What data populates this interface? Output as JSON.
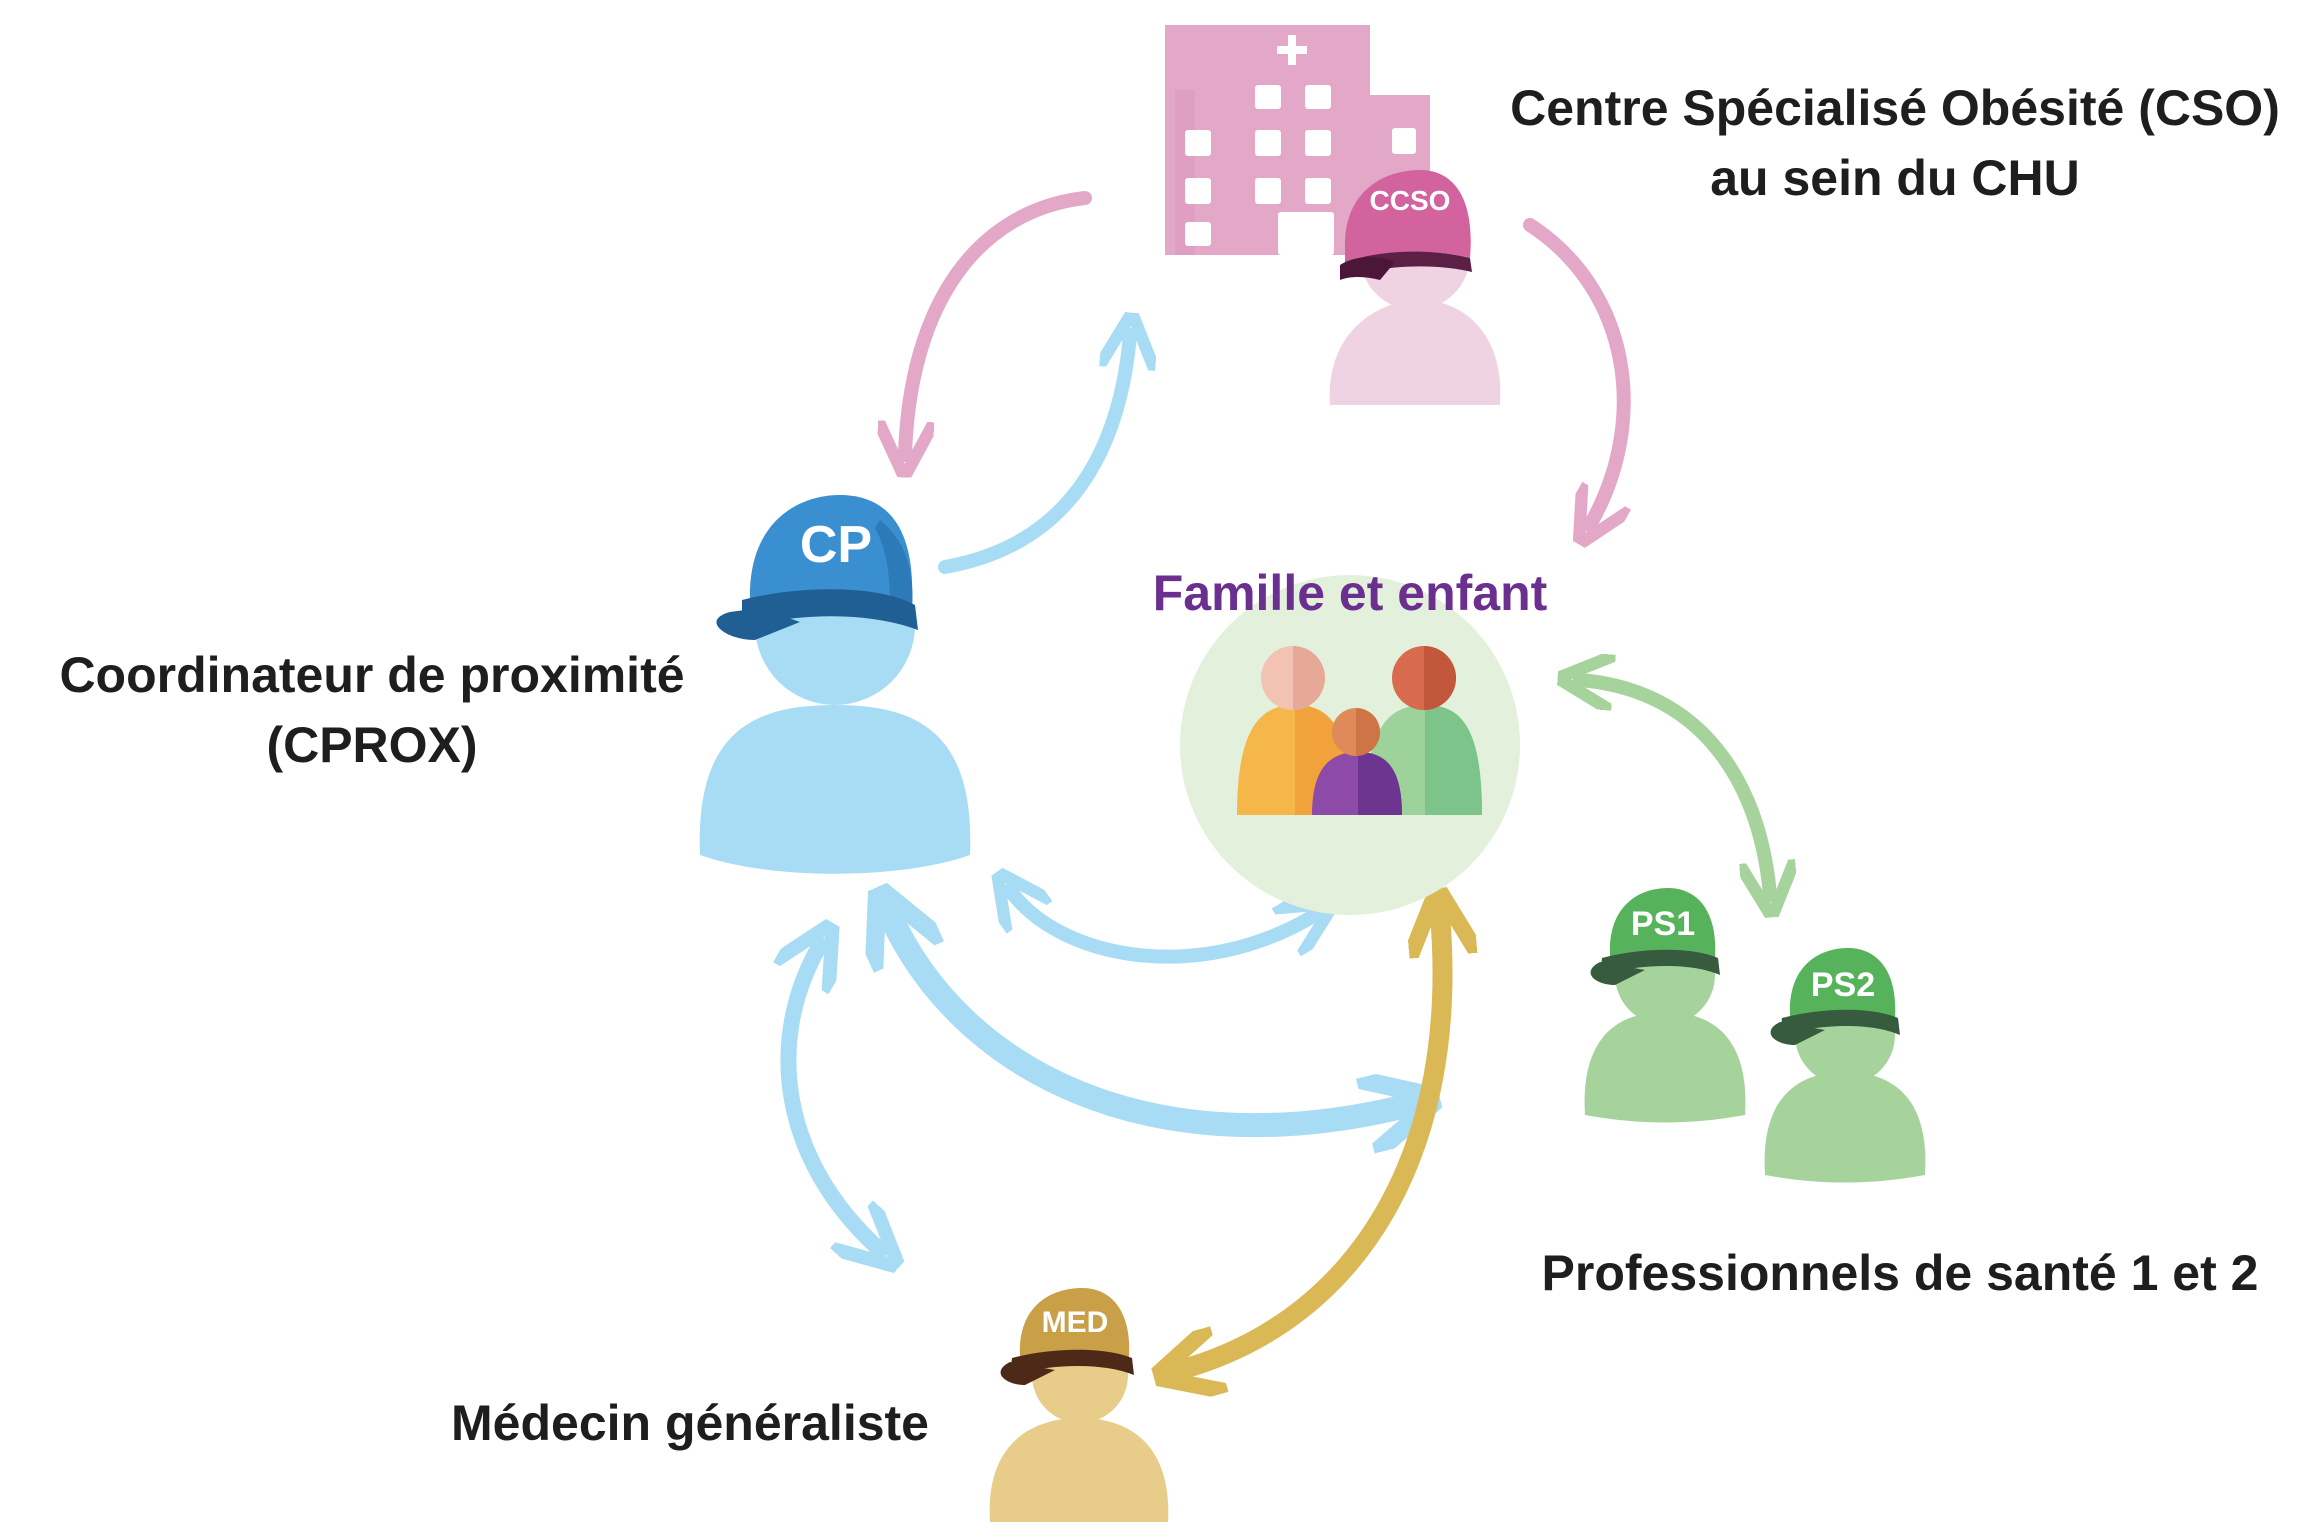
{
  "nodes": {
    "cso": {
      "line1": "Centre Spécialisé Obésité (CSO)",
      "line2": "au sein du CHU",
      "cap": "CCSO",
      "icon": "hospital-icon",
      "color": "#e3a7c8"
    },
    "cprox": {
      "line1": "Coordinateur de proximité",
      "line2": "(CPROX)",
      "cap": "CP",
      "color": "#a8dcf5"
    },
    "family": {
      "label": "Famille et enfant",
      "icon": "family-icon",
      "color": "#6a2f8f"
    },
    "ps": {
      "label": "Professionnels de santé 1 et 2",
      "cap1": "PS1",
      "cap2": "PS2",
      "color": "#a6d39c"
    },
    "med": {
      "label": "Médecin généraliste",
      "cap": "MED",
      "color": "#e8cc8a"
    }
  },
  "arrow_colors": {
    "pink": "#e3a7c8",
    "blue": "#a8dcf5",
    "green": "#a6d39c",
    "gold": "#dbb856"
  }
}
